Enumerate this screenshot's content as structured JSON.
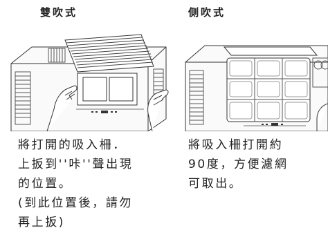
{
  "left_panel": {
    "title": "雙吹式",
    "caption_lines": [
      "將打開的吸入柵．",
      "上扳到''咔''聲出現",
      "的位置。",
      "(到此位置後，請勿",
      "再上扳)"
    ]
  },
  "right_panel": {
    "title": "側吹式",
    "caption_lines": [
      "將吸入柵打開約",
      "90度，方便濾網",
      "可取出。"
    ]
  }
}
